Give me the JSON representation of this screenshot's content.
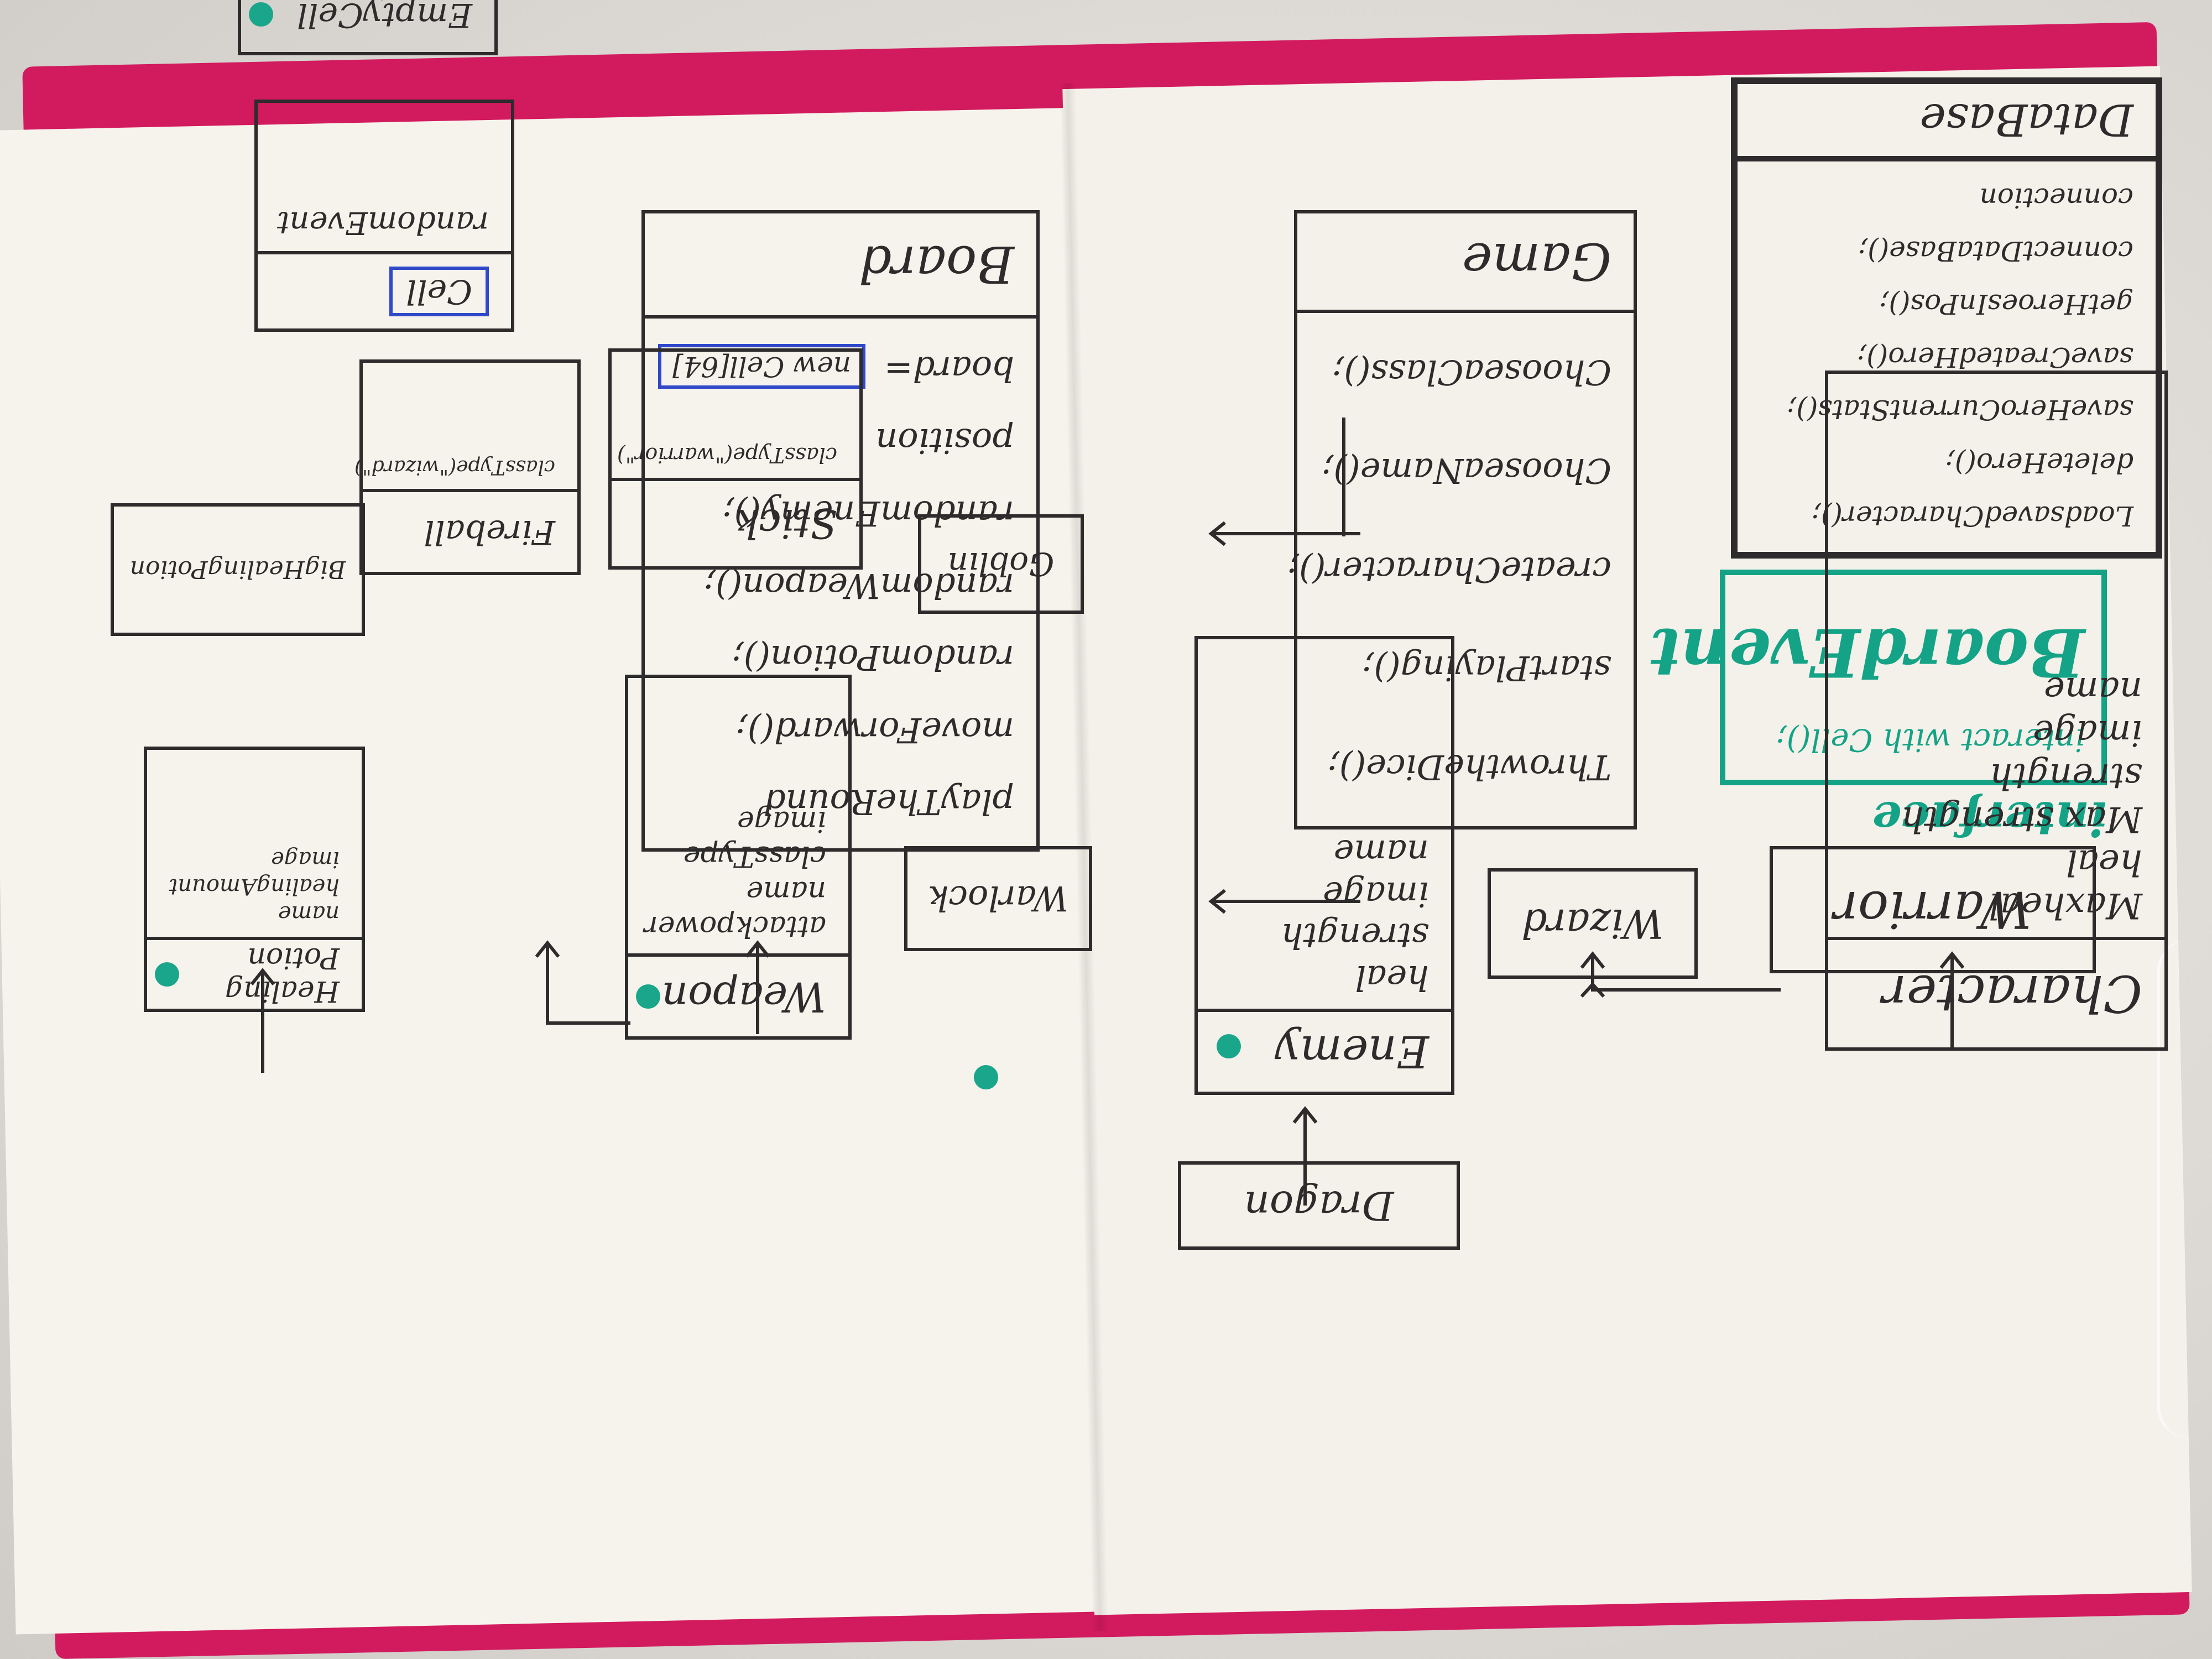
{
  "diagram": {
    "game": {
      "title": "Game",
      "methods": [
        "ChooseaClass();",
        "ChooseaName();",
        "createCharacter();",
        "startPlaying();",
        "ThrowtheDice();"
      ]
    },
    "database": {
      "title": "DataBase",
      "methods": [
        "connection",
        "connectDataBase();",
        "getHeroesInPos();",
        "saveCreatedHero();",
        "saveHeroCurrentStats();",
        "deleteHero();",
        "LoadsavedCharacter();"
      ]
    },
    "board": {
      "title": "Board",
      "fields": [
        "board=",
        "position",
        "randomEnemy();",
        "randomWeapon();",
        "randomPotion();",
        "moveForward();",
        "playTheRound"
      ],
      "board_value": "new Cell[64]"
    },
    "interface": {
      "label": "interface",
      "name": "BoardEvent",
      "method": "interact with Cell();"
    },
    "character": {
      "title": "Character",
      "fields": [
        "Maxheal",
        "heal",
        "Max strength",
        "strength",
        "image",
        "name"
      ]
    },
    "warrior": {
      "title": "Warrior"
    },
    "wizard": {
      "title": "Wizard"
    },
    "enemy": {
      "title": "Enemy",
      "fields": [
        "heal",
        "strength",
        "image",
        "name"
      ]
    },
    "dragon": {
      "title": "Dragon"
    },
    "warlock": {
      "title": "Warlock"
    },
    "goblin": {
      "title": "Goblin"
    },
    "weapon": {
      "title": "Weapon",
      "fields": [
        "attackpower",
        "name",
        "classType",
        "image"
      ]
    },
    "stick": {
      "title": "Stick",
      "note": "classType(\"warrior\")"
    },
    "fireball": {
      "title": "Fireball",
      "note": "classType(\"wizard\")"
    },
    "healing_potion": {
      "title": "Healing Potion",
      "fields": [
        "name",
        "healingAmount",
        "image"
      ]
    },
    "big_healing_potion": {
      "title": "BigHealingPotion"
    },
    "cell": {
      "title": "Cell",
      "field": "randomEvent"
    },
    "empty_cell": {
      "title": "EmptyCell"
    }
  }
}
